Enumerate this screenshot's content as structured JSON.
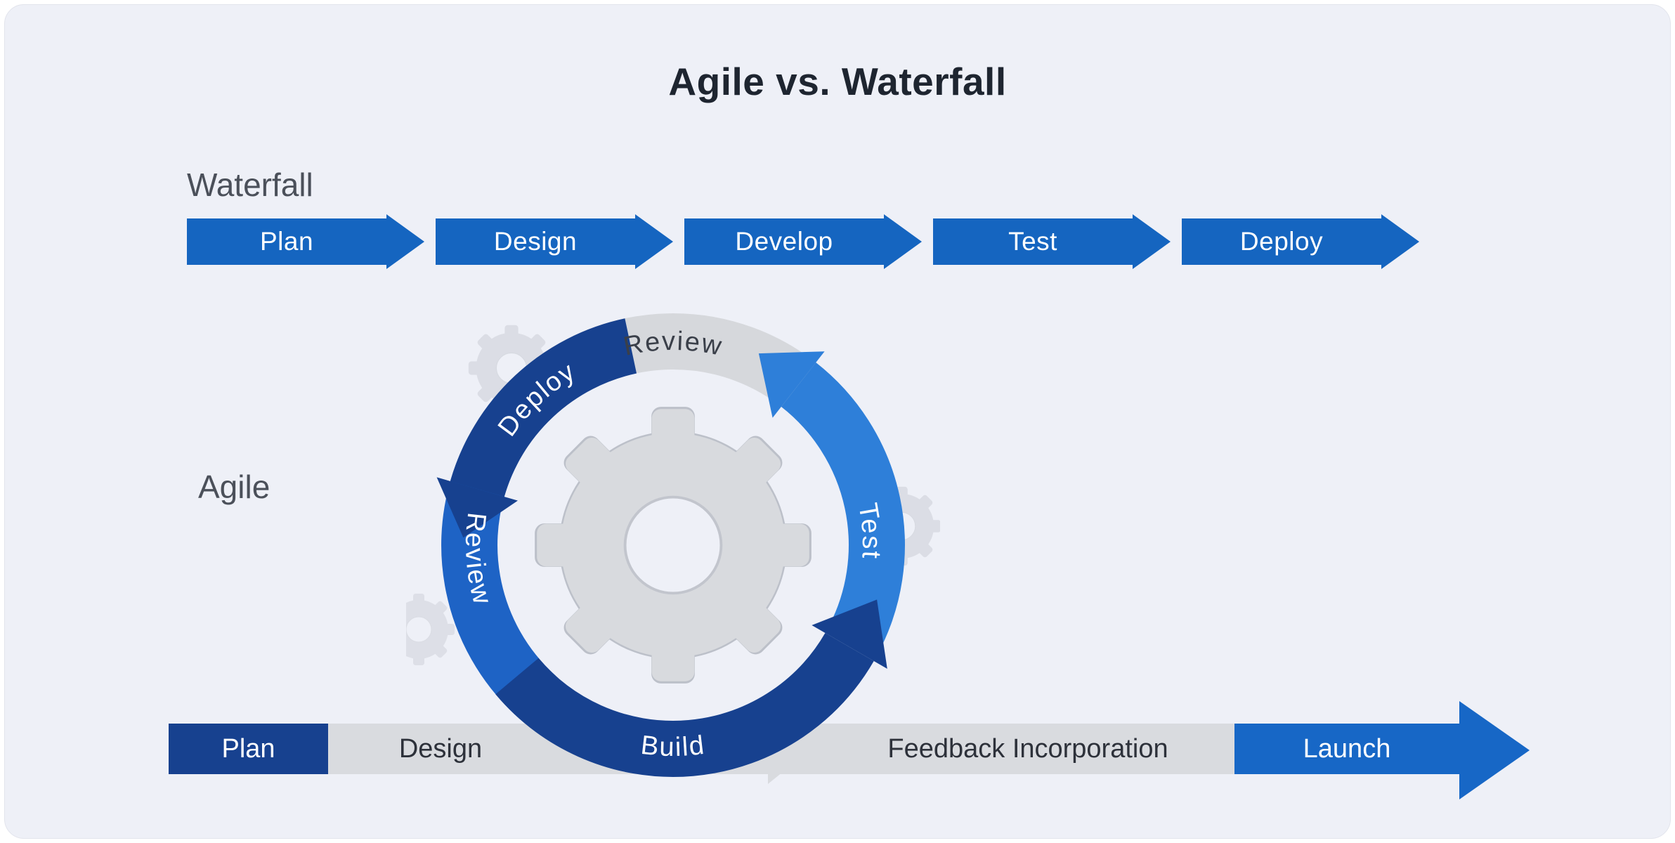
{
  "title": "Agile vs. Waterfall",
  "waterfall": {
    "label": "Waterfall",
    "steps": [
      "Plan",
      "Design",
      "Develop",
      "Test",
      "Deploy"
    ]
  },
  "agile": {
    "label": "Agile",
    "cycle": {
      "review_top": "Review",
      "deploy": "Deploy",
      "review_left": "Review",
      "test": "Test",
      "build": "Build"
    }
  },
  "flow": {
    "plan": "Plan",
    "design": "Design",
    "feedback": "Feedback Incorporation",
    "launch": "Launch"
  },
  "colors": {
    "navy": "#17418F",
    "waterfall_blue": "#1565C0",
    "medium_blue": "#1E63C5",
    "light_blue": "#2E7FD9",
    "launch_blue": "#1767C6",
    "gray_band": "#D9DBDF",
    "gear_gray": "#D8DADE",
    "background": "#EEF0F7"
  }
}
